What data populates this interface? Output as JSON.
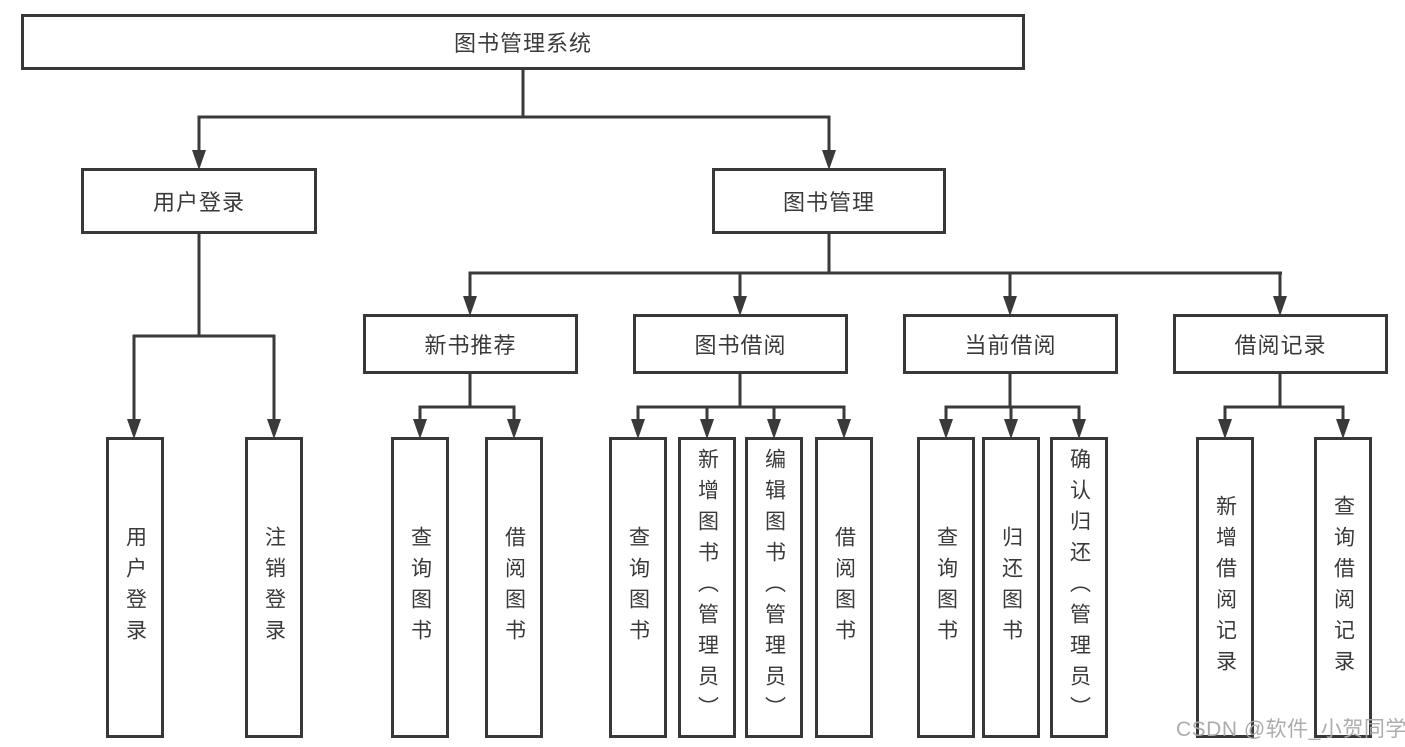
{
  "diagram": {
    "root": {
      "label": "图书管理系统"
    },
    "level2": [
      {
        "label": "用户登录",
        "children": [
          "用户登录",
          "注销登录"
        ]
      },
      {
        "label": "图书管理",
        "groups": [
          {
            "label": "新书推荐",
            "children": [
              "查询图书",
              "借阅图书"
            ]
          },
          {
            "label": "图书借阅",
            "children": [
              "查询图书",
              "新增图书（管理员）",
              "编辑图书（管理员）",
              "借阅图书"
            ]
          },
          {
            "label": "当前借阅",
            "children": [
              "查询图书",
              "归还图书",
              "确认归还（管理员）"
            ]
          },
          {
            "label": "借阅记录",
            "children": [
              "新增借阅记录",
              "查询借阅记录"
            ]
          }
        ]
      }
    ]
  },
  "watermark": {
    "text": "CSDN @软件_小贺同学"
  },
  "colors": {
    "line": "#3a3a3a",
    "text": "#3a3a3a",
    "box_background": "#ffffff",
    "watermark": "#a8a8a8"
  }
}
